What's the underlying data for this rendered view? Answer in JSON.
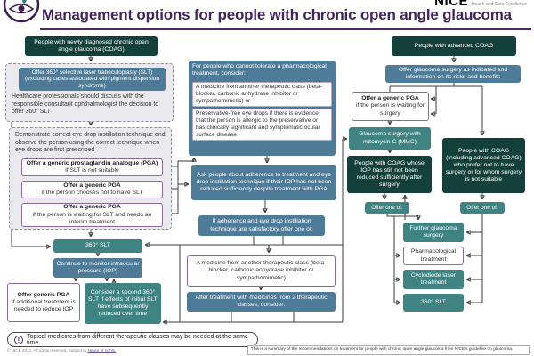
{
  "header": {
    "title": "Management options for people with chronic open angle glaucoma",
    "brand": "NICE",
    "brand_sub": "Health and Care Excellence"
  },
  "left": {
    "newly_diagnosed": "People with newly diagnosed chronic open angle glaucoma (COAG)",
    "offer_slt": "Offer 360° selective laser trabeculoplasty (SLT) (excluding cases associated with pigment dispersion syndrome)",
    "discuss_note": "Healthcare professionals should discuss with the responsible consultant ophthalmologist the decision to offer 360° SLT",
    "demonstrate": "Demonstrate correct eye drop instillation technique and observe the person using the correct technique when eye drops are first prescribed",
    "pga1_title": "Offer a generic prostaglandin analogue (PGA)",
    "pga1_sub": "if SLT is not suitable",
    "pga2_title": "Offer a generic PGA",
    "pga2_sub": "if the person chooses not to have SLT",
    "pga3_title": "Offer a generic PGA",
    "pga3_sub": "if the person is waiting for SLT and needs an interim treatment",
    "slt": "360° SLT",
    "monitor": "Continue to monitor intraocular pressure (IOP)",
    "pga_add_title": "Offer generic PGA",
    "pga_add_sub": "if additional treatment is needed to reduce IOP",
    "second_slt": "Consider a second 360° SLT if effects of initial SLT have subsequently reduced over time"
  },
  "middle": {
    "tolerate_header": "For people who cannot tolerate a pharmacological treatment, consider:",
    "tolerate_option1": "A medicine from another therapeutic class (beta-blocker, carbonic anhydrase inhibitor or sympathomimetic) or",
    "tolerate_option2": "Preservative-free eye drops if there is evidence that the person is allergic to the preservative or has clinically significant and symptomatic ocular surface disease",
    "adherence": "Ask people about adherence to treatment and eye drop instillation technique if their IOP has not been reduced sufficiently despite treatment with PGA",
    "satisfactory": "If adherence and eye drop instillation technique are satisfactory offer one of:",
    "another_class": "A medicine from another therapeutic class (beta-blocker, carbonic anhydrase inhibitor or sympathomimetic)",
    "after_two": "After treatment with medicines from 2 therapeutic classes, consider:"
  },
  "right": {
    "advanced": "People with advanced COAG",
    "offer_surgery": "Offer glaucoma surgery as indicated and information on its risks and benefits",
    "pga_waiting_title": "Offer a generic PGA",
    "pga_waiting_sub": "if the person is waiting for surgery",
    "mmc": "Glaucoma surgery with mitomycin C (MMC)",
    "not_reduced": "People with COAG whose IOP has still not been reduced sufficiently after surgery",
    "prefer_not": "People with COAG (including advanced COAG) who prefer not to have surgery or for whom surgery is not suitable",
    "offer_one": "Offer one of:",
    "options": [
      "Further glaucoma surgery",
      "Pharmacological treatment",
      "Cyclodiode laser treatment",
      "360° SLT"
    ]
  },
  "footer": {
    "warning": "Topical medicines from different therapeutic classes may be needed at the same time",
    "copyright": "© NICE 2022. All rights reserved. Subject to ",
    "rights_link": "Notice of rights.",
    "summary": "This is a summary of the recommendations on treatment for people with chronic open angle glaucoma from NICE's guideline on glaucoma."
  },
  "colors": {
    "dark_teal": "#14403C",
    "teal": "#3F8383",
    "steel": "#4E7B97",
    "purple": "#44245E"
  }
}
